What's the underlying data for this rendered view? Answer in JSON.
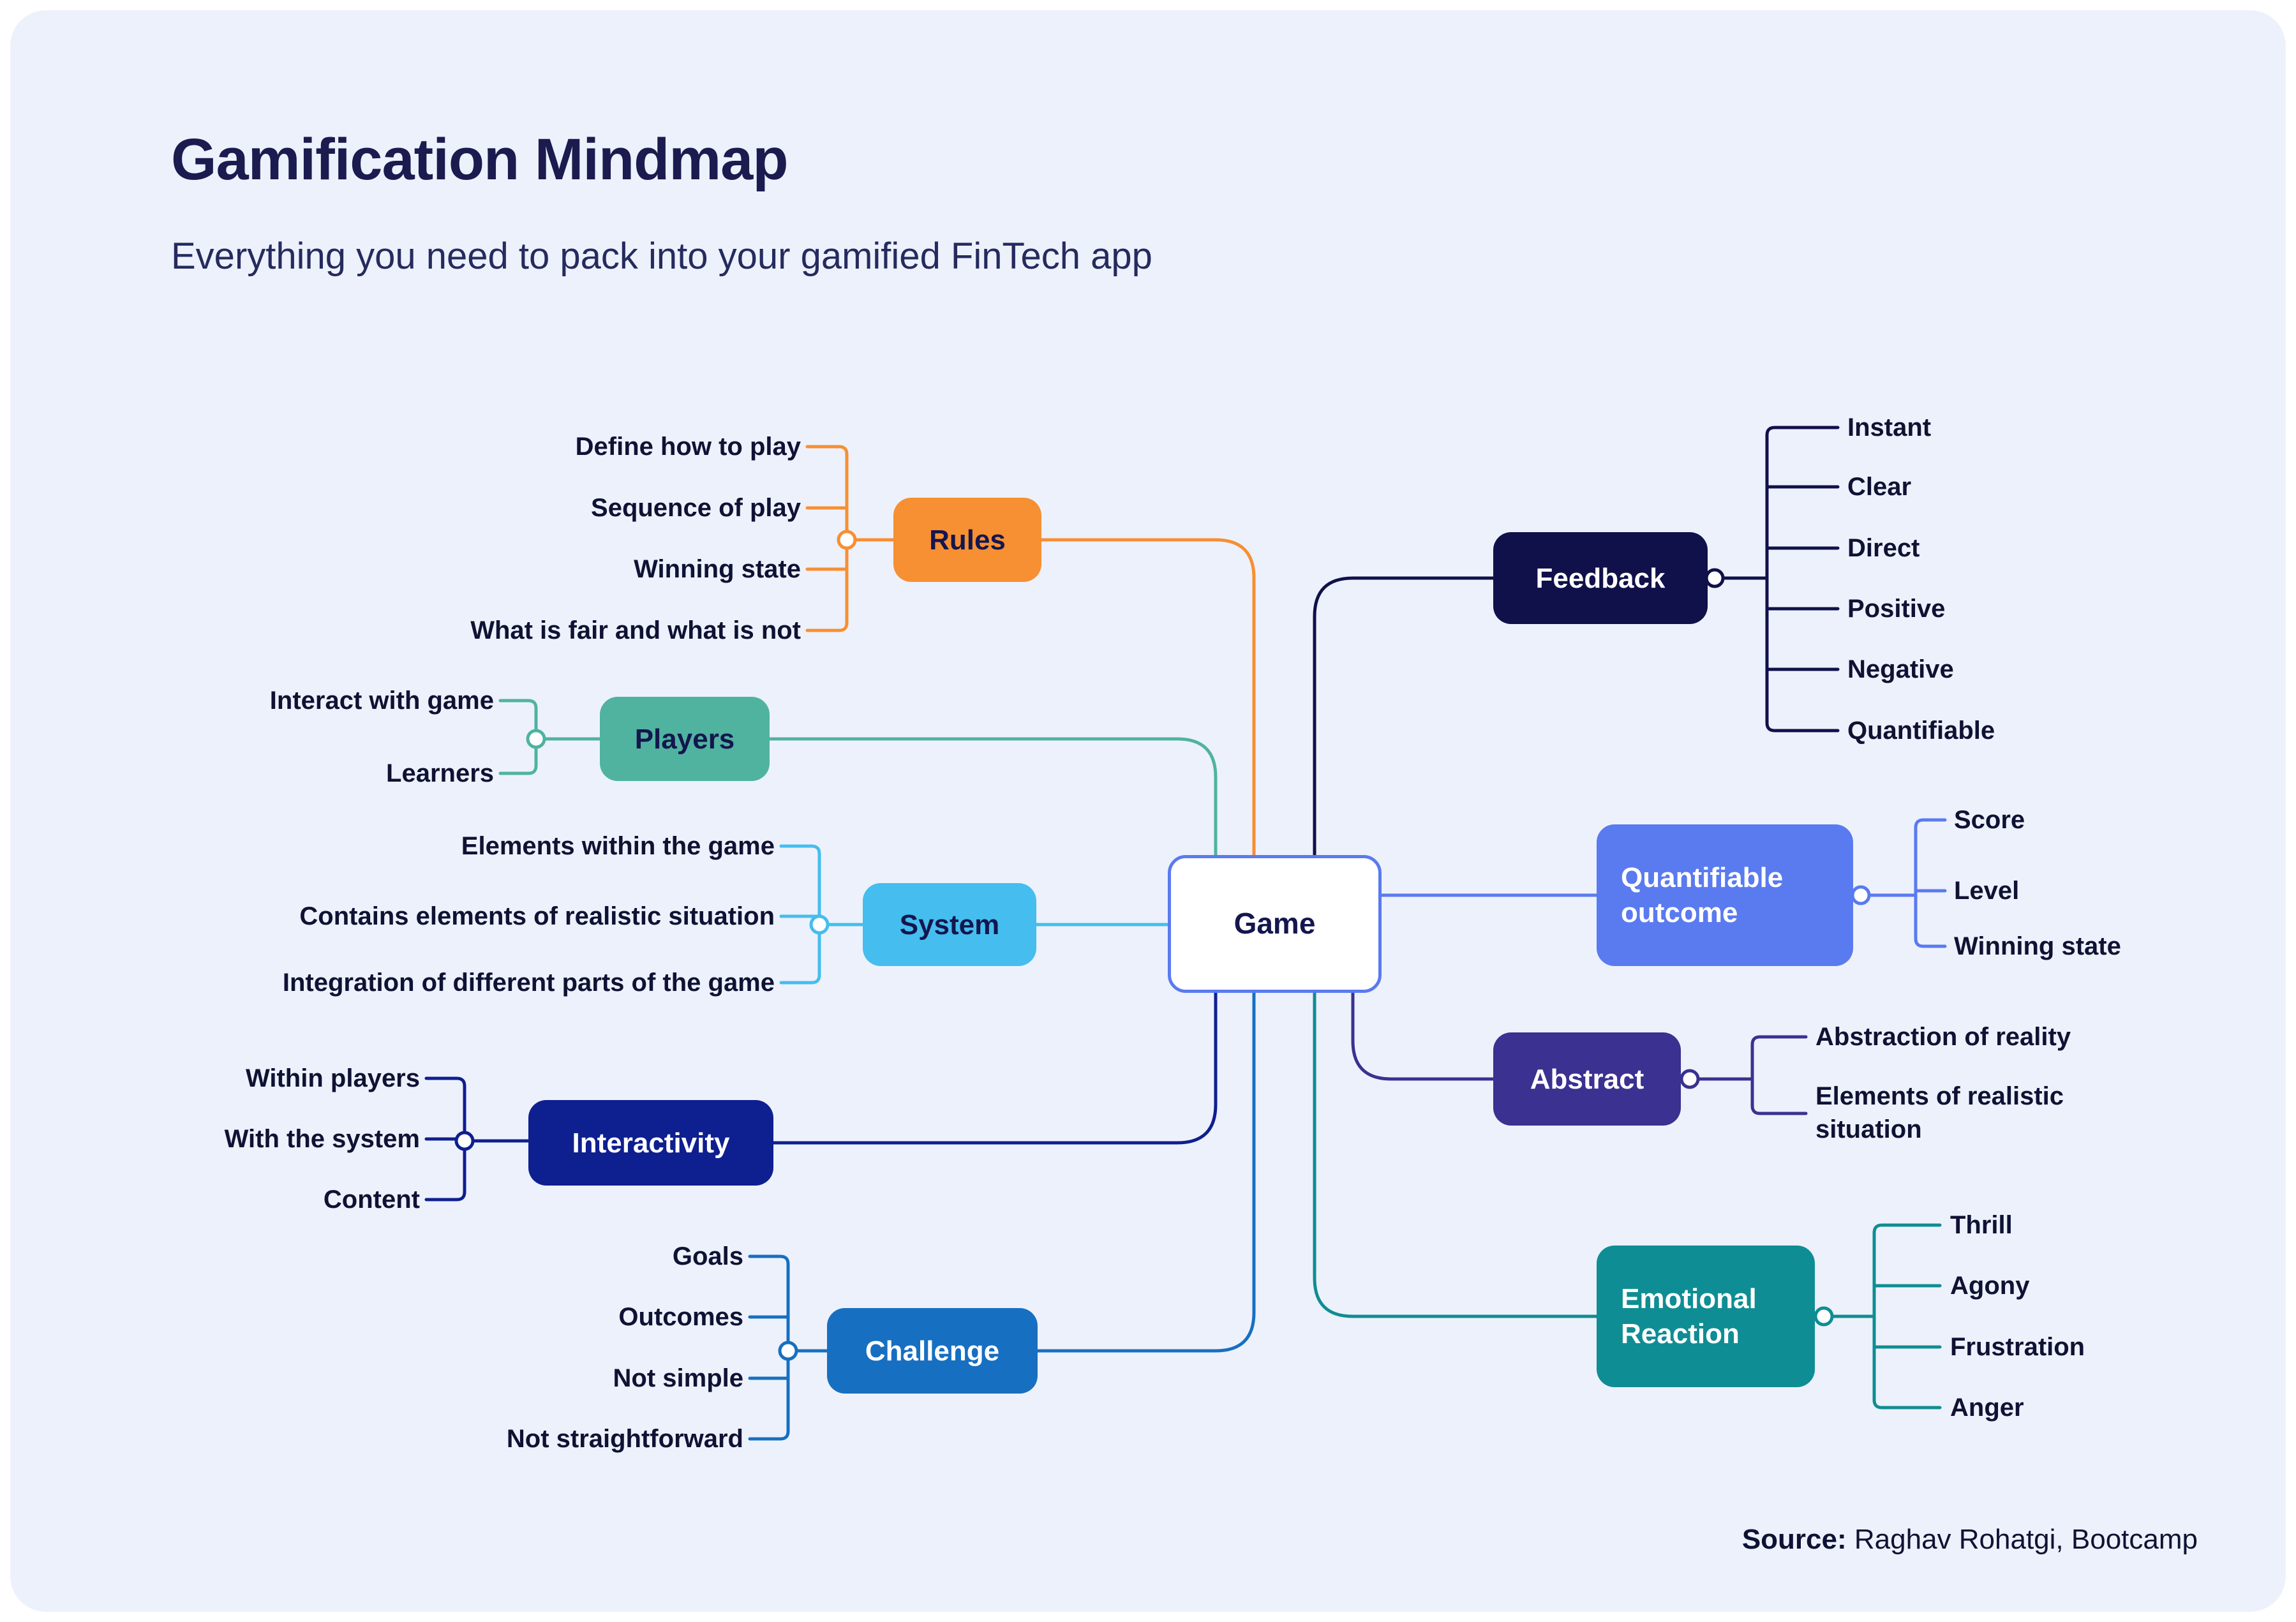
{
  "title": "Gamification Mindmap",
  "subtitle": "Everything you need to pack into your gamified FinTech app",
  "center": {
    "label": "Game"
  },
  "colors": {
    "background": "#edf1fb",
    "heading": "#1b1b4f",
    "leaf_text": "#0f1233",
    "rules": "#f78f33",
    "players": "#4fb3a0",
    "system": "#45bdee",
    "interactivity": "#0e1f8f",
    "challenge": "#176fc1",
    "feedback": "#10104a",
    "quantifiable_outcome": "#5a7af0",
    "abstract": "#3a3191",
    "emotional_reaction": "#0f8d94",
    "game_border": "#5a7af0"
  },
  "branches": [
    {
      "id": "rules",
      "label": "Rules",
      "color": "#f78f33",
      "leaves": [
        "Define how to play",
        "Sequence of play",
        "Winning state",
        "What is fair and what is not"
      ]
    },
    {
      "id": "players",
      "label": "Players",
      "color": "#4fb3a0",
      "leaves": [
        "Interact with game",
        "Learners"
      ]
    },
    {
      "id": "system",
      "label": "System",
      "color": "#45bdee",
      "leaves": [
        "Elements within the game",
        "Contains elements of realistic situation",
        "Integration of different parts of the game"
      ]
    },
    {
      "id": "interactivity",
      "label": "Interactivity",
      "color": "#0e1f8f",
      "leaves": [
        "Within players",
        "With the system",
        "Content"
      ]
    },
    {
      "id": "challenge",
      "label": "Challenge",
      "color": "#176fc1",
      "leaves": [
        "Goals",
        "Outcomes",
        "Not simple",
        "Not straightforward"
      ]
    },
    {
      "id": "feedback",
      "label": "Feedback",
      "color": "#10104a",
      "leaves": [
        "Instant",
        "Clear",
        "Direct",
        "Positive",
        "Negative",
        "Quantifiable"
      ]
    },
    {
      "id": "quantifiable-outcome",
      "label": "Quantifiable outcome",
      "color": "#5a7af0",
      "leaves": [
        "Score",
        "Level",
        "Winning state"
      ]
    },
    {
      "id": "abstract",
      "label": "Abstract",
      "color": "#3a3191",
      "leaves": [
        "Abstraction of reality",
        "Elements of realistic situation"
      ]
    },
    {
      "id": "emotional-reaction",
      "label": "Emotional Reaction",
      "color": "#0f8d94",
      "leaves": [
        "Thrill",
        "Agony",
        "Frustration",
        "Anger"
      ]
    }
  ],
  "source": {
    "prefix": "Source:",
    "text": "Raghav Rohatgi, Bootcamp"
  }
}
